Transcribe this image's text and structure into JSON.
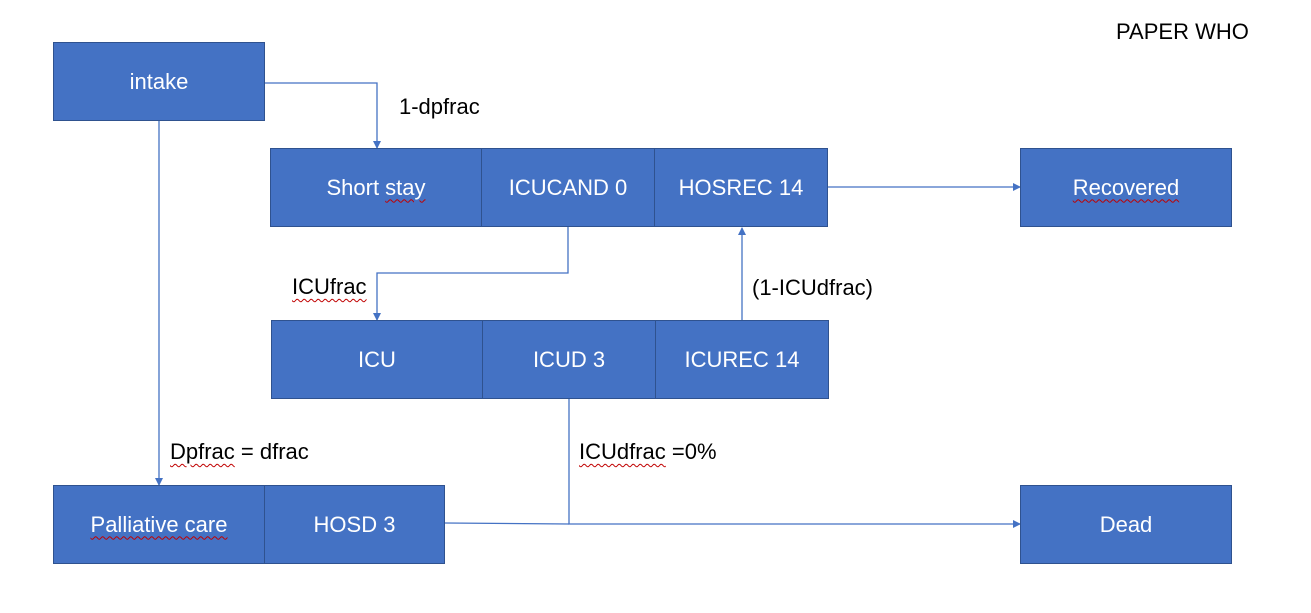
{
  "header": {
    "tag": "PAPER WHO"
  },
  "colors": {
    "node_fill": "#4472c4",
    "node_border": "#2f528f",
    "arrow": "#4472c4",
    "spellcheck_underline": "#c00000"
  },
  "nodes": {
    "intake": "intake",
    "short_stay": "Short stay",
    "icucand": "ICUCAND 0",
    "hosrec": "HOSREC  14",
    "recovered": "Recovered",
    "icu": "ICU",
    "icud": "ICUD 3",
    "icurec": "ICUREC  14",
    "palliative": "Palliative care",
    "hosd": "HOSD 3",
    "dead": "Dead"
  },
  "edge_labels": {
    "dpfrac_complement": "1-dpfrac",
    "icufrac": "ICUfrac",
    "icudfrac_complement": "(1-ICUdfrac)",
    "dpfrac_word": "Dpfrac",
    "dpfrac_rest": " = dfrac",
    "icudfrac_word": "ICUdfrac",
    "icudfrac_rest": " =0%"
  }
}
